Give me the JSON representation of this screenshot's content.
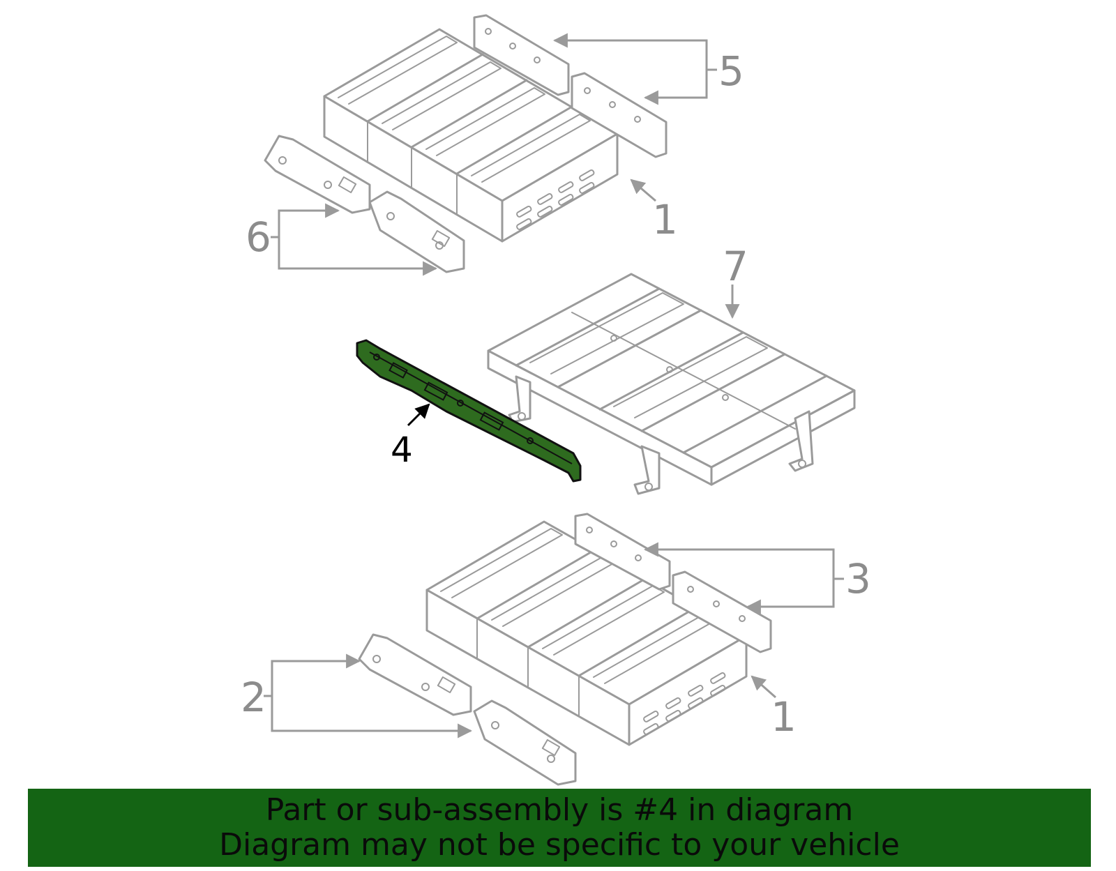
{
  "colors": {
    "drawing_line": "#9a9a9a",
    "highlight_part": "#2e6b1f",
    "banner_background": "#146414",
    "banner_text": "#0a0a0a"
  },
  "callouts": {
    "upper_module_right": "1",
    "lower_module_right": "1",
    "lower_left_brackets": "2",
    "lower_right_brackets": "3",
    "highlighted_part": "4",
    "upper_right_brackets": "5",
    "upper_left_brackets": "6",
    "tray": "7"
  },
  "banner": {
    "line1": "Part or sub-assembly is #4 in diagram",
    "line2": "Diagram may not be specific to your vehicle"
  }
}
